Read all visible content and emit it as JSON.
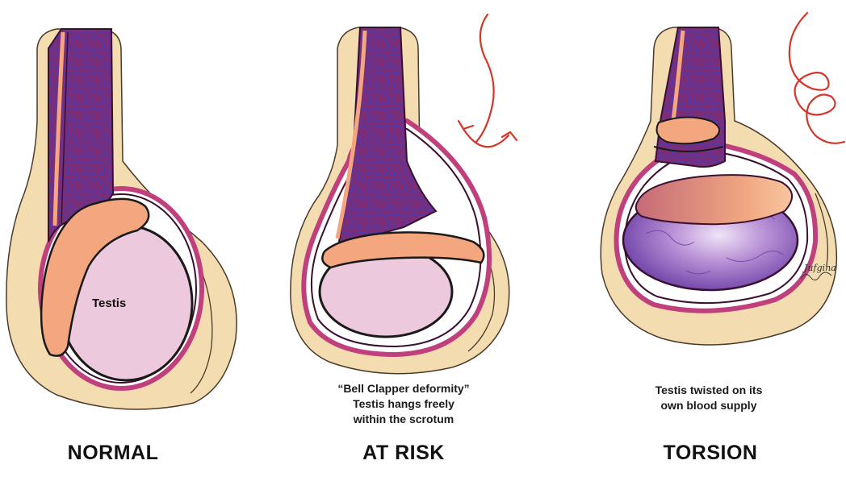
{
  "panels": [
    {
      "title": "NORMAL",
      "testis_label": "Testis",
      "caption": []
    },
    {
      "title": "AT RISK",
      "caption": [
        "“Bell Clapper deformity”",
        "Testis hangs freely",
        "within the scrotum"
      ]
    },
    {
      "title": "TORSION",
      "caption": [
        "Testis twisted on its",
        "own blood supply"
      ]
    }
  ],
  "signature": "Jufgina",
  "colors": {
    "skin": "#f3dcb0",
    "skin_outline": "#4a3a2a",
    "tunica": "#c0407e",
    "tunica_dark": "#3a1030",
    "cord": "#7a2e7a",
    "vein_network": "#4a3ab0",
    "epididymis": "#f4a77e",
    "testis_normal": "#ecc9dc",
    "testis_ischemic": "#8a5cb8",
    "twist_arrows": "#d8352a"
  },
  "icons": [
    "rotation-arrow-icon",
    "twist-spiral-icon"
  ]
}
